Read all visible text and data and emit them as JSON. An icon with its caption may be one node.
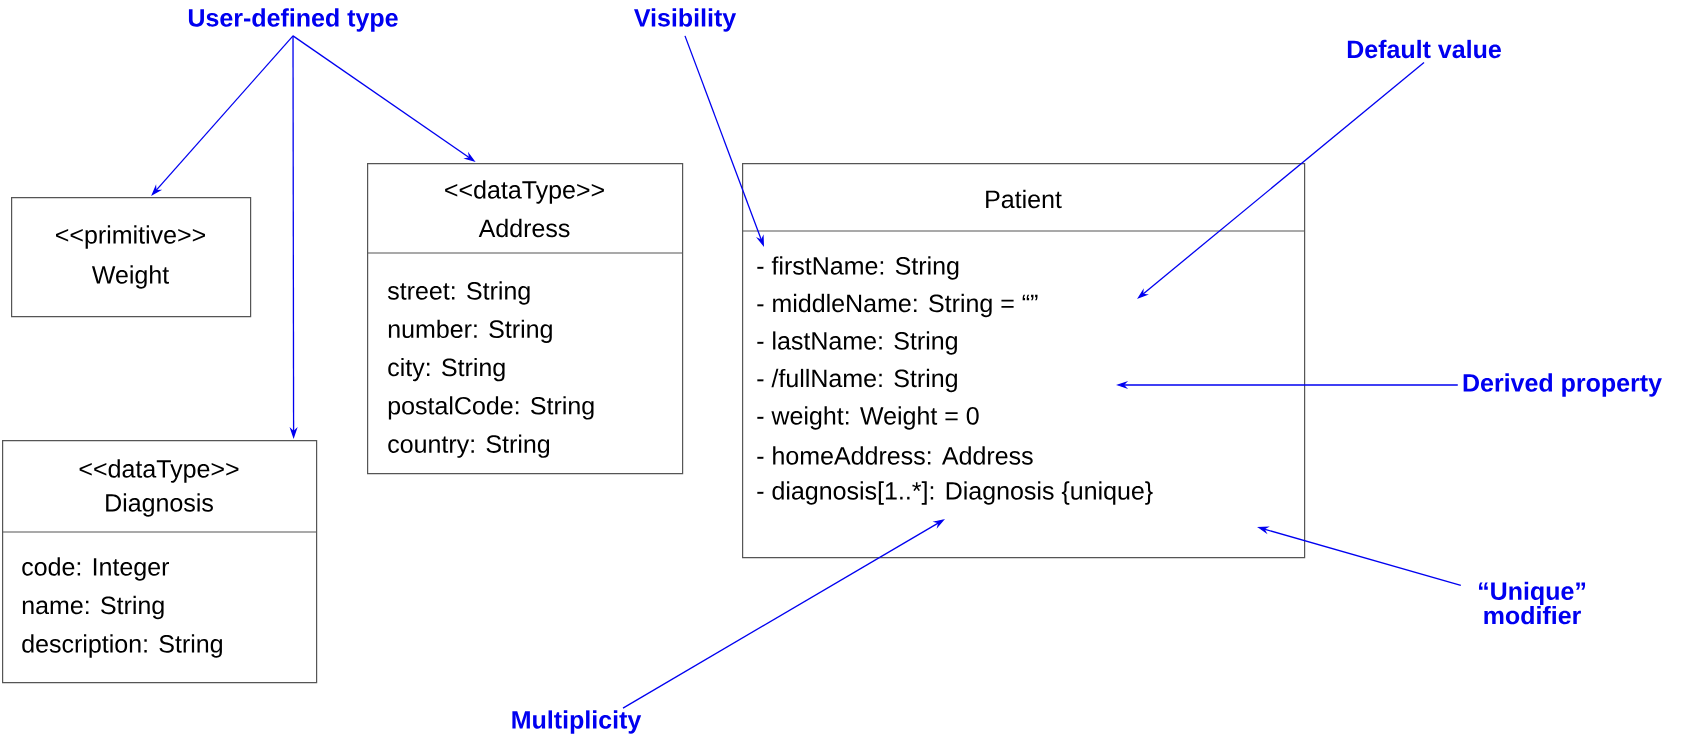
{
  "diagram": {
    "nodes": [
      {
        "text": [
          "User-defined type"
        ]
      },
      {
        "text": [
          "Visibility"
        ]
      },
      {
        "text": [
          "Default value"
        ]
      },
      {
        "text": [
          "<<primitive>>",
          "Weight"
        ]
      },
      {
        "text": [
          "<<dataType>>",
          "Address",
          "street: String",
          "number: String",
          "city: String",
          "postalCode: String",
          "country: String"
        ]
      },
      {
        "text": [
          "Patient",
          "- firstName: String",
          "- middleName: String = “”",
          "- lastName: String",
          "- /fullName: String",
          "- weight: Weight = 0",
          "- homeAddress: Address",
          "- diagnosis[1..*]: Diagnosis {unique}"
        ]
      },
      {
        "text": [
          "Derived property"
        ]
      },
      {
        "text": [
          "<<dataType>>",
          "Diagnosis",
          "code: Integer",
          "name: String",
          "description: String"
        ]
      },
      {
        "text": [
          "“Unique” modifier"
        ]
      },
      {
        "text": [
          "Multiplicity"
        ]
      }
    ],
    "edges": [
      {
        "from": 0,
        "to": 3,
        "arrow": "to"
      },
      {
        "from": 0,
        "to": 7,
        "arrow": "to"
      },
      {
        "from": 0,
        "to": 4,
        "arrow": "to"
      },
      {
        "from": 1,
        "to": 5,
        "arrow": "to"
      },
      {
        "from": 2,
        "to": 5,
        "arrow": "to"
      },
      {
        "from": 6,
        "to": 5,
        "arrow": "to"
      },
      {
        "from": 8,
        "to": 5,
        "arrow": "to"
      },
      {
        "from": 9,
        "to": 5,
        "arrow": "to"
      }
    ]
  }
}
